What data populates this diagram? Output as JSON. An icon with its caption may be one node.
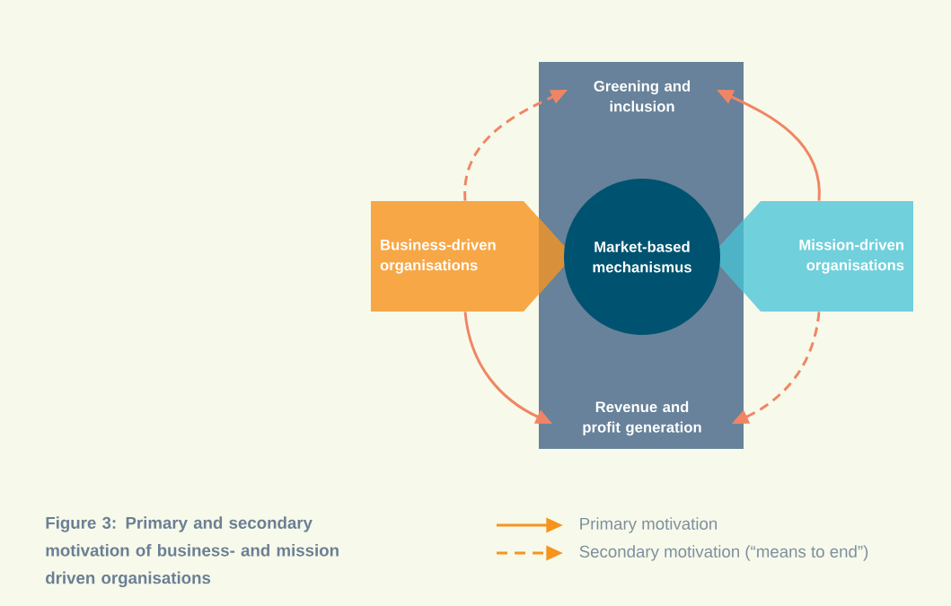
{
  "diagram": {
    "caption": "Figure 3: Primary and secondary motivation of business- and mission driven organisations",
    "nodes": [
      {
        "text": [],
        "shape": "box"
      },
      {
        "text": [
          "Greening and inclusion"
        ],
        "in": 0
      },
      {
        "text": [
          "Market-based mechanismus"
        ],
        "in": 0
      },
      {
        "text": [
          "Revenue and profit generation"
        ],
        "in": 0
      },
      {
        "text": [
          "Business-driven organisations"
        ]
      },
      {
        "text": [
          "Mission-driven organisations"
        ]
      }
    ],
    "edges": [
      {
        "from": 4,
        "to": 1,
        "arrow": "to",
        "style": "dashed"
      },
      {
        "from": 5,
        "to": 1,
        "arrow": "to"
      },
      {
        "from": 4,
        "to": 3,
        "arrow": "to"
      },
      {
        "from": 5,
        "to": 3,
        "arrow": "to",
        "style": "dashed"
      }
    ],
    "legend": [
      {
        "text": "Primary motivation"
      },
      {
        "text": "Secondary motivation (“means to end”)"
      }
    ]
  }
}
